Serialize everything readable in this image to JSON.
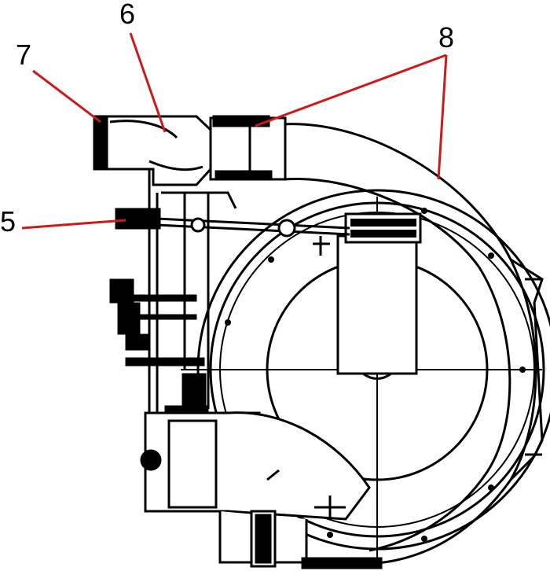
{
  "labels": {
    "l5": "5",
    "l6": "6",
    "l7": "7",
    "l8": "8"
  },
  "colors": {
    "leader": "#cc1a1a",
    "line": "#000000",
    "background": "#ffffff"
  }
}
